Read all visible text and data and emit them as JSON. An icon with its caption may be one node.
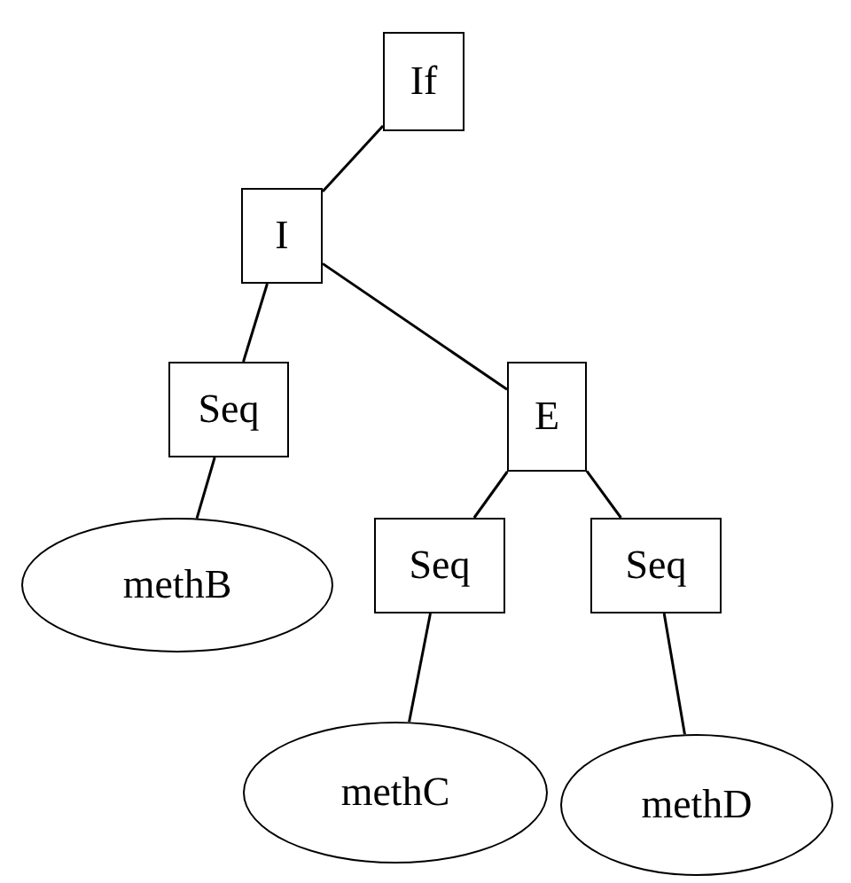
{
  "diagram": {
    "nodes": [
      {
        "text": [
          "If"
        ]
      },
      {
        "text": [
          "I"
        ]
      },
      {
        "text": [
          "Seq"
        ]
      },
      {
        "text": [
          "E"
        ]
      },
      {
        "text": [
          "methB"
        ]
      },
      {
        "text": [
          "Seq"
        ]
      },
      {
        "text": [
          "Seq"
        ]
      },
      {
        "text": [
          "methC"
        ]
      },
      {
        "text": [
          "methD"
        ]
      }
    ],
    "edges": [
      {
        "from": 0,
        "to": 1,
        "arrow": "none"
      },
      {
        "from": 1,
        "to": 2,
        "arrow": "none"
      },
      {
        "from": 1,
        "to": 3,
        "arrow": "none"
      },
      {
        "from": 2,
        "to": 4,
        "arrow": "none"
      },
      {
        "from": 3,
        "to": 5,
        "arrow": "none"
      },
      {
        "from": 3,
        "to": 6,
        "arrow": "none"
      },
      {
        "from": 5,
        "to": 7,
        "arrow": "none"
      },
      {
        "from": 6,
        "to": 8,
        "arrow": "none"
      }
    ]
  }
}
